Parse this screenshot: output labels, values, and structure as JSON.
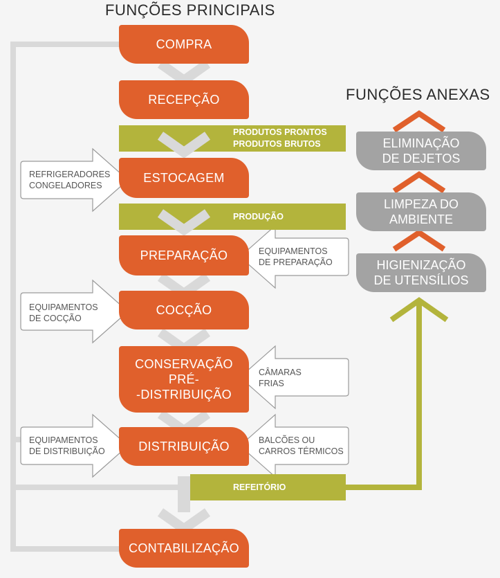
{
  "headings": {
    "main": "FUNÇÕES PRINCIPAIS",
    "annex": "FUNÇÕES ANEXAS"
  },
  "main_steps": {
    "compra": "COMPRA",
    "recepcao": "RECEPÇÃO",
    "estocagem": "ESTOCAGEM",
    "preparacao": "PREPARAÇÃO",
    "coccao": "COCÇÃO",
    "conservacao": [
      "CONSERVAÇÃO",
      "PRÉ-",
      "-DISTRIBUIÇÃO"
    ],
    "distribuicao": "DISTRIBUIÇÃO",
    "contabilizacao": "CONTABILIZAÇÃO"
  },
  "bands": {
    "produtos": [
      "PRODUTOS PRONTOS",
      "PRODUTOS BRUTOS"
    ],
    "producao": "PRODUÇÃO",
    "refeitorio": "REFEITÓRIO"
  },
  "inputs": {
    "refrigeradores": [
      "REFRIGERADORES",
      "CONGELADORES"
    ],
    "equip_preparacao": [
      "EQUIPAMENTOS",
      "DE PREPARAÇÃO"
    ],
    "equip_coccao": [
      "EQUIPAMENTOS",
      "DE COCÇÃO"
    ],
    "camaras": [
      "CÂMARAS",
      "FRIAS"
    ],
    "equip_distribuicao": [
      "EQUIPAMENTOS",
      "DE DISTRIBUIÇÃO"
    ],
    "balcoes": [
      "BALCÕES OU",
      "CARROS TÉRMICOS"
    ]
  },
  "annex_steps": {
    "eliminacao": [
      "ELIMINAÇÃO",
      "DE DEJETOS"
    ],
    "limpeza": [
      "LIMPEZA DO",
      "AMBIENTE"
    ],
    "higienizacao": [
      "HIGIENIZAÇÃO",
      "DE UTENSÍLIOS"
    ]
  },
  "colors": {
    "orange": "#e0602c",
    "green": "#b3b43c",
    "gray_box": "#a3a3a3",
    "connector": "#d9d9d9"
  }
}
